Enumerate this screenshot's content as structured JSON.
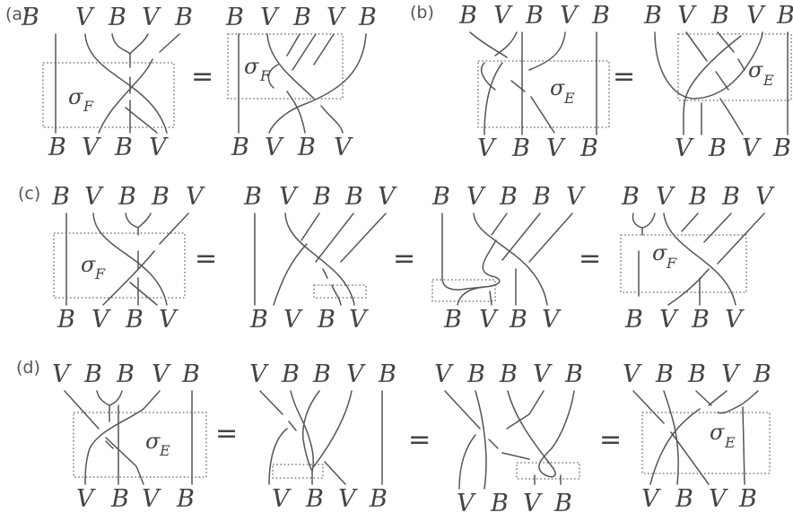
{
  "panel_labels": [
    "(a)",
    "(b)",
    "(c)",
    "(d)"
  ],
  "equals": "=",
  "sigma_symbol": "σ",
  "sigma_F_sub": "F",
  "sigma_E_sub": "E",
  "panels": {
    "a": {
      "d1": {
        "top": [
          "B",
          "V",
          "B",
          "V",
          "B"
        ],
        "bottom": [
          "B",
          "V",
          "B",
          "V"
        ]
      },
      "d2": {
        "top": [
          "B",
          "V",
          "B",
          "V",
          "B"
        ],
        "bottom": [
          "B",
          "V",
          "B",
          "V"
        ]
      }
    },
    "b": {
      "d1": {
        "top": [
          "B",
          "V",
          "B",
          "V",
          "B"
        ],
        "bottom": [
          "V",
          "B",
          "V",
          "B"
        ]
      },
      "d2": {
        "top": [
          "B",
          "V",
          "B",
          "V",
          "B"
        ],
        "bottom": [
          "V",
          "B",
          "V",
          "B"
        ]
      }
    },
    "c": {
      "d1": {
        "top": [
          "B",
          "V",
          "B",
          "B",
          "V"
        ],
        "bottom": [
          "B",
          "V",
          "B",
          "V"
        ]
      },
      "d2": {
        "top": [
          "B",
          "V",
          "B",
          "B",
          "V"
        ],
        "bottom": [
          "B",
          "V",
          "B",
          "V"
        ]
      },
      "d3": {
        "top": [
          "B",
          "V",
          "B",
          "B",
          "V"
        ],
        "bottom": [
          "B",
          "V",
          "B",
          "V"
        ]
      },
      "d4": {
        "top": [
          "B",
          "V",
          "B",
          "B",
          "V"
        ],
        "bottom": [
          "B",
          "V",
          "B",
          "V"
        ]
      }
    },
    "d": {
      "d1": {
        "top": [
          "V",
          "B",
          "B",
          "V",
          "B"
        ],
        "bottom": [
          "V",
          "B",
          "V",
          "B"
        ]
      },
      "d2": {
        "top": [
          "V",
          "B",
          "B",
          "V",
          "B"
        ],
        "bottom": [
          "V",
          "B",
          "V",
          "B"
        ]
      },
      "d3": {
        "top": [
          "V",
          "B",
          "B",
          "V",
          "B"
        ],
        "bottom": [
          "V",
          "B",
          "V",
          "B"
        ]
      },
      "d4": {
        "top": [
          "V",
          "B",
          "B",
          "V",
          "B"
        ],
        "bottom": [
          "V",
          "B",
          "V",
          "B"
        ]
      }
    }
  }
}
